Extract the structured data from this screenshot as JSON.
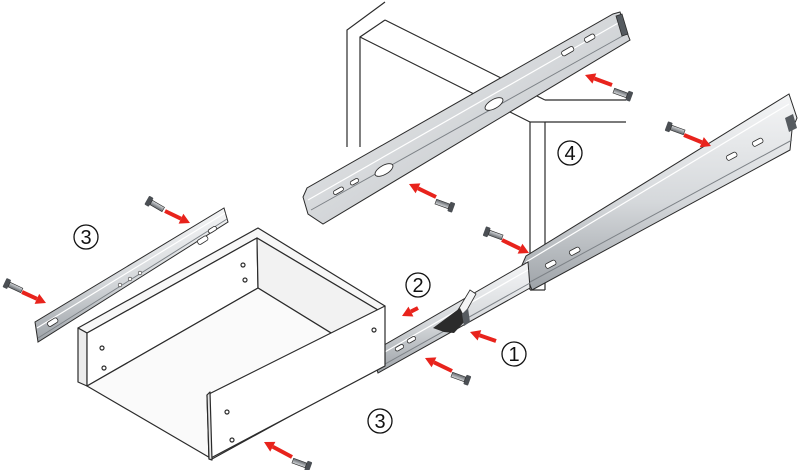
{
  "step_labels": {
    "step_1": "1",
    "step_2": "2",
    "step_3_top": "3",
    "step_3_bottom": "3",
    "step_4": "4"
  },
  "colors": {
    "arrow": "#e8231c",
    "rail_light": "#e9ebed",
    "rail_mid": "#c7cbcf",
    "rail_dark": "#8d9297",
    "outline": "#2b2b2b"
  }
}
